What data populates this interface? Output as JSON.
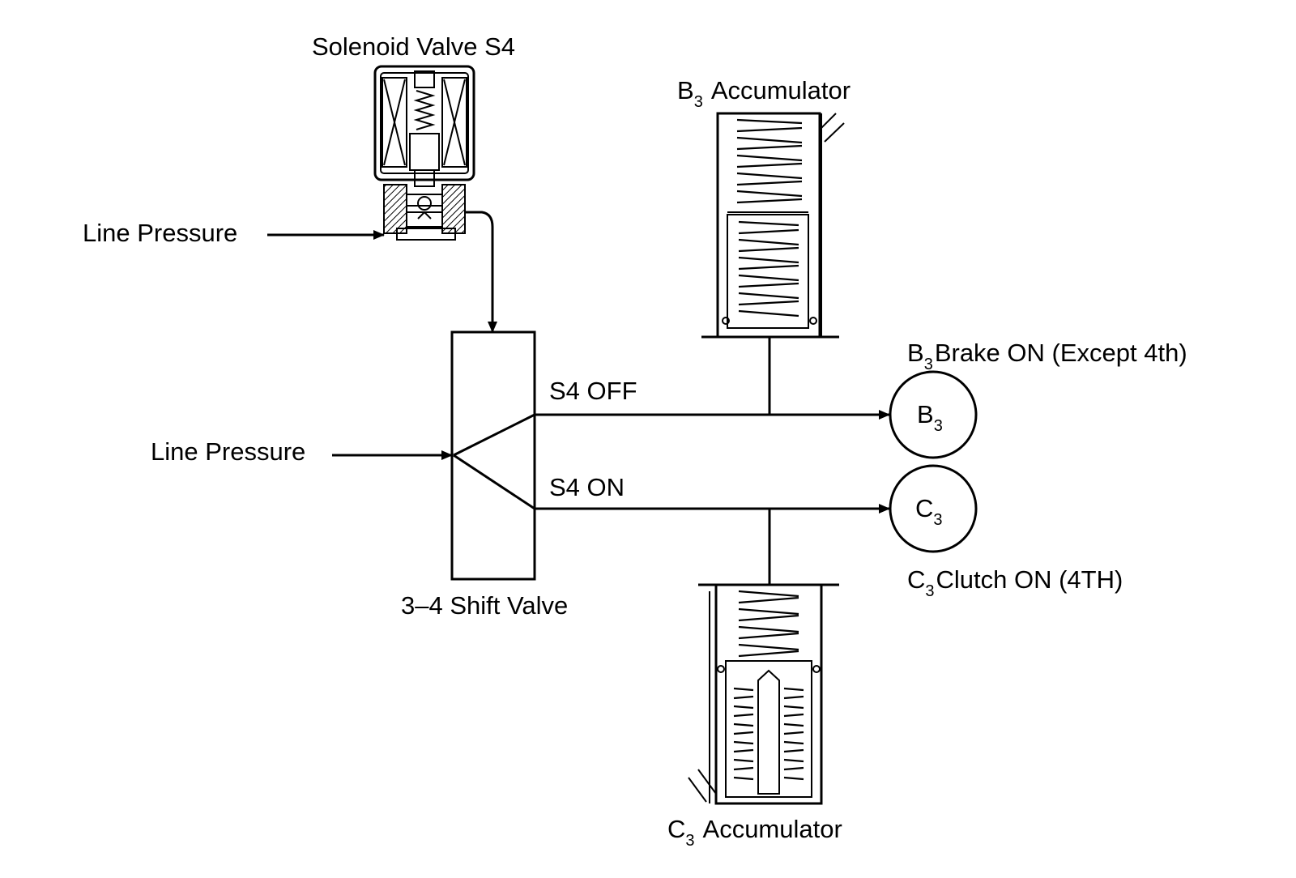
{
  "labels": {
    "solenoid": "Solenoid Valve S4",
    "line_pressure_top": "Line Pressure",
    "line_pressure_mid": "Line Pressure",
    "shift_valve": "3–4 Shift Valve",
    "s4_off": "S4 OFF",
    "s4_on": "S4 ON",
    "b3_acc_main": "B",
    "b3_acc_sub": "3",
    "b3_acc_rest": "Accumulator",
    "c3_acc_main": "C",
    "c3_acc_sub": "3",
    "c3_acc_rest": "Accumulator",
    "b3_brake_main": "B",
    "b3_brake_sub": "3",
    "b3_brake_rest": "Brake ON (Except 4th)",
    "c3_clutch_main": "C",
    "c3_clutch_sub": "3",
    "c3_clutch_rest": "Clutch ON (4TH)",
    "b3_circle_main": "B",
    "b3_circle_sub": "3",
    "c3_circle_main": "C",
    "c3_circle_sub": "3"
  }
}
